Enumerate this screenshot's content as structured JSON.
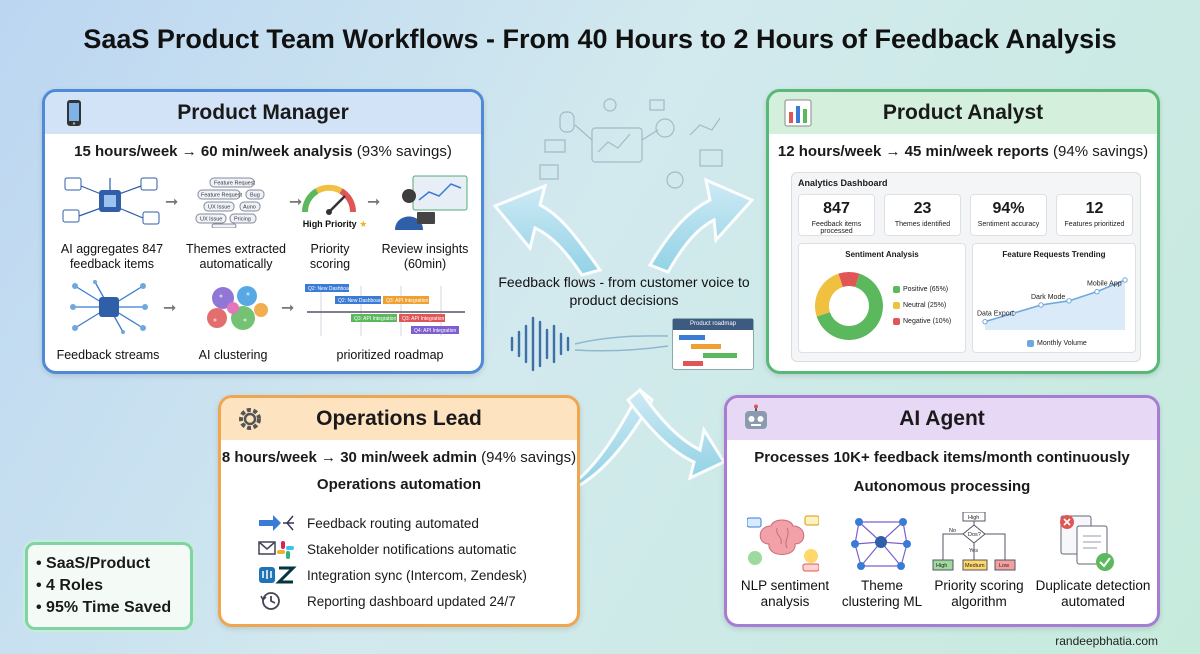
{
  "title": "SaaS Product Team Workflows - From 40 Hours to 2 Hours of Feedback Analysis",
  "center_caption": "Feedback flows - from customer voice to product decisions",
  "roadmap_mini_label": "Product roadmap",
  "product_manager": {
    "heading": "Product Manager",
    "summary_bold": "15 hours/week → 60 min/week analysis",
    "summary_rest": " (93% savings)",
    "items": [
      "AI aggregates 847 feedback items",
      "Themes extracted automatically",
      "Priority scoring",
      "Review insights (60min)",
      "Feedback streams",
      "AI clustering",
      "prioritized roadmap"
    ],
    "theme_tags": [
      "Feature Request",
      "Feature Request",
      "Bug",
      "UX Issue",
      "Auno",
      "UX Issue",
      "Pricing",
      "Pricing"
    ],
    "gauge_label": "High Priority",
    "roadmap_tags": [
      "Q2: New Dashboard",
      "Q2: New Dashboard",
      "Q3: API Integration",
      "Q3: API Integration",
      "Q3: API Integration",
      "Q4: API Integration"
    ]
  },
  "product_analyst": {
    "heading": "Product Analyst",
    "summary_bold": "12 hours/week → 45 min/week reports",
    "summary_rest": " (94% savings)",
    "dashboard_title": "Analytics Dashboard",
    "stats": [
      {
        "value": "847",
        "label": "Feedback items processed"
      },
      {
        "value": "23",
        "label": "Themes identified"
      },
      {
        "value": "94%",
        "label": "Sentiment accuracy"
      },
      {
        "value": "12",
        "label": "Features prioritized"
      }
    ],
    "sentiment_title": "Sentiment Analysis",
    "sentiment_legend": [
      "Positive (65%)",
      "Neutral (25%)",
      "Negative (10%)"
    ],
    "trend_title": "Feature Requests Trending",
    "trend_labels": [
      "Data Export",
      "Dark Mode",
      "Mobile App"
    ],
    "trend_legend": "Monthly Volume",
    "colors": {
      "positive": "#5cb85c",
      "neutral": "#f0c040",
      "negative": "#e05555",
      "trend": "#6fa8dc"
    }
  },
  "chart_data": [
    {
      "type": "pie",
      "title": "Sentiment Analysis",
      "categories": [
        "Positive",
        "Neutral",
        "Negative"
      ],
      "values": [
        65,
        25,
        10
      ]
    },
    {
      "type": "line",
      "title": "Feature Requests Trending",
      "series": [
        {
          "name": "Monthly Volume",
          "values": [
            1,
            2,
            3,
            3.5,
            4.6,
            6
          ]
        }
      ],
      "x": [
        1,
        2,
        3,
        4,
        5,
        6
      ],
      "annotations": [
        {
          "x": 1,
          "text": "Data Export"
        },
        {
          "x": 3,
          "text": "Dark Mode"
        },
        {
          "x": 5,
          "text": "Mobile App"
        }
      ]
    }
  ],
  "operations_lead": {
    "heading": "Operations Lead",
    "summary_bold": "8 hours/week → 30 min/week admin",
    "summary_rest": " (94% savings)",
    "subheading": "Operations automation",
    "items": [
      "Feedback routing automated",
      "Stakeholder notifications automatic",
      "Integration sync (Intercom, Zendesk)",
      "Reporting dashboard updated 24/7"
    ]
  },
  "ai_agent": {
    "heading": "AI Agent",
    "summary_bold": "Processes 10K+ feedback items/month continuously",
    "subheading": "Autonomous processing",
    "items": [
      "NLP sentiment analysis",
      "Theme clustering ML",
      "Priority scoring algorithm",
      "Duplicate detection automated"
    ],
    "tree_labels": [
      "High",
      "Dos?",
      "No",
      "Yes",
      "High",
      "Medium",
      "Low"
    ]
  },
  "badge": [
    "• SaaS/Product",
    "• 4 Roles",
    "• 95% Time Saved"
  ],
  "footer": "randeepbhatia.com"
}
